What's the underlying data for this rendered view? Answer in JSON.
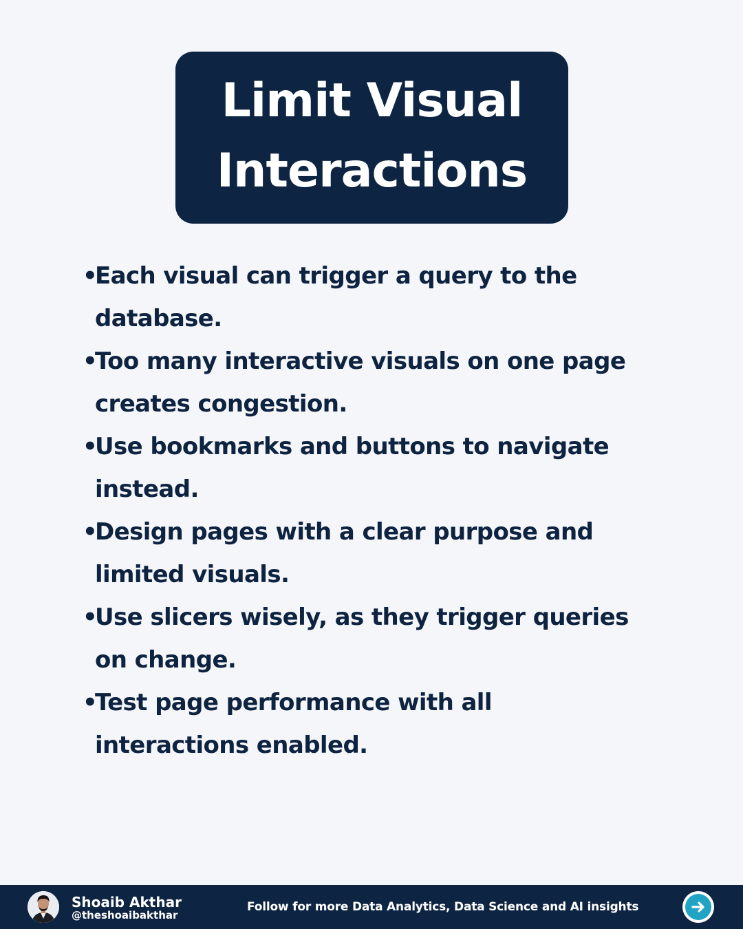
{
  "title": {
    "line1": "Limit Visual",
    "line2": "Interactions"
  },
  "bullet_marker": "•",
  "bullets": [
    {
      "line1": "Each visual can trigger a query to the",
      "line2": "database."
    },
    {
      "line1": "Too many interactive visuals on one page",
      "line2": "creates congestion."
    },
    {
      "line1": "Use bookmarks and buttons to navigate",
      "line2": "instead."
    },
    {
      "line1": "Design pages with a clear purpose and",
      "line2": "limited visuals."
    },
    {
      "line1": "Use slicers wisely, as they trigger queries",
      "line2": "on change."
    },
    {
      "line1": "Test page performance with all",
      "line2": "interactions enabled."
    }
  ],
  "footer": {
    "author_name": "Shoaib Akthar",
    "author_handle": "@theshoaibakthar",
    "follow_text": "Follow for more Data Analytics, Data Science and AI insights",
    "next_icon": "arrow-right-icon"
  },
  "colors": {
    "background": "#f4f6fa",
    "navy": "#0d2442",
    "accent": "#21a3c4",
    "text": "#0e2340"
  }
}
